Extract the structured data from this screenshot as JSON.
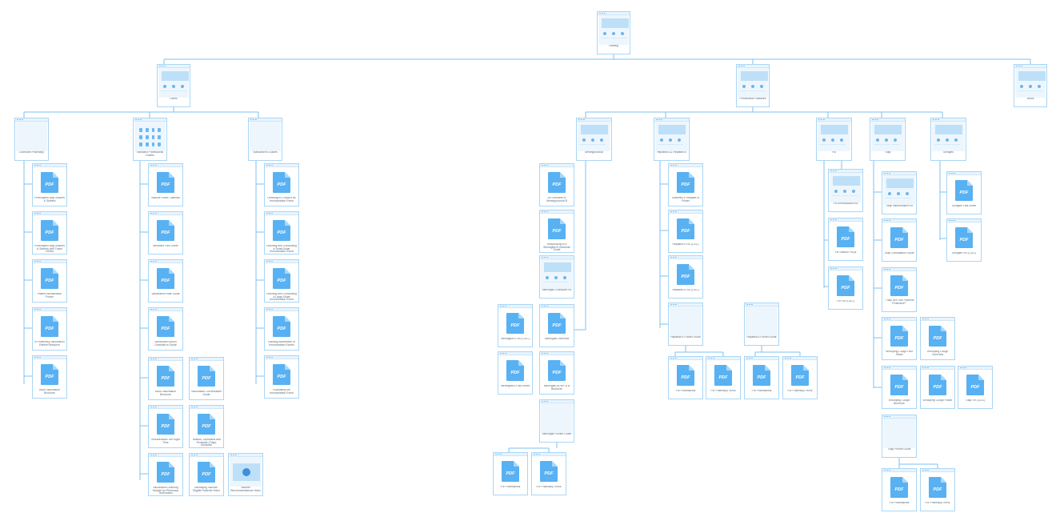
{
  "pdf_label": "PDF",
  "nodes": {
    "landing": "Landing",
    "latest": "Latest",
    "preventable_diseases": "Preventable Diseases",
    "about": "About",
    "pharmacy": "Dominant Pharmacy",
    "standard_professional": "Standard Professional Guides",
    "standard_guides": "Standard/PA Guides",
    "meningococcal": "Meningococcal",
    "hepatitis": "Hepatitis A & Hepatitis B",
    "flu": "Flu",
    "tdap": "Tdap",
    "shingles": "Shingles",
    "pharm_1": "Prescription Bag Stickers & Stuffers",
    "pharm_2": "Prescription Bag Stickers & Stuffers with Travel Clinics",
    "pharm_3": "Patient Identification Poster",
    "pharm_4": "In-Pharmacy Vaccination Patient Resource",
    "pharm_5": "Adult Vaccination Brochure",
    "prof_1": "Vaccine Event Calendar",
    "prof_2": "Medicare Fact Sheet",
    "prof_3": "Vaccination Rate Guide",
    "prof_4": "Vaccination Action Checklist to Guide",
    "prof_5": "Adult Vaccination Brochure",
    "prof_6": "Vaccination Conversation Guide",
    "prof_7": "Immunization: the Right Time",
    "prof_8": "Tetanus, Diphtheria and Pertussis (Tdap) Guidance",
    "prof_9": "Vaccination Learning Module for Pharmacy Technicians",
    "prof_10": "Identifying Vaccine-Eligible Patients Video",
    "prof_11": "Vaccine Recommendations Video",
    "guide_1": "Deciding to Conduct an Immunization Event",
    "guide_2": "Planning and Conducting a Small-Scale Immunization Event",
    "guide_3": "Planning and Conducting a Large-Scale Immunization Event",
    "guide_4": "Building Awareness of Immunization Events",
    "guide_5": "Evaluating the Immunization Event",
    "men_1": "An Overview of Meningococcal B",
    "men_2": "Responding to a Meningitis B Outbreak Guide",
    "men_3": "Meningitis Champion Kit",
    "men_4": "Meningitis B VIS (CDC)",
    "men_5": "Meningitis Overview",
    "men_6": "Meningitis B Fact Sheet",
    "men_7": "Meningitis ACWY & B Brochure",
    "men_pocket": "Meningitis Pocket Guide",
    "men_pharmacists": "For Pharmacists",
    "men_techs": "For Pharmacy Techs",
    "hep_1": "Diabetes & Hepatitis B Poster",
    "hep_2": "Hepatitis A VIS (CDC)",
    "hep_3": "Hepatitis B VIS (CDC)",
    "hep_b_pocket": "Hepatitis B Pocket Guide",
    "hep_a_pocket": "Hepatitis A Pocket Guide",
    "hep_b_pharmacists": "For Pharmacists",
    "hep_b_techs": "For Pharmacy Techs",
    "hep_a_pharmacists": "For Pharmacists",
    "hep_a_techs": "For Pharmacy Techs",
    "flu_1": "Flu Immunization Kit",
    "flu_2": "Flu Season FAQs",
    "flu_3": "Flu VIS (CDC)",
    "tdap_1": "Tdap Immunization Kit",
    "tdap_2": "Tdap Consultation Guide",
    "tdap_3": "\"Tdap: Are Your Patients Protected?\"",
    "tdap_4": "Whooping Cough Fact Sheet",
    "tdap_5": "Whooping Cough Overview",
    "tdap_6": "Whooping Cough Brochure",
    "tdap_7": "Whooping Cough Poster",
    "tdap_8": "Tdap VIS (CDC)",
    "tdap_pocket": "Tdap Pocket Guide",
    "tdap_pharmacists": "For Pharmacists",
    "tdap_techs": "For Pharmacy Techs",
    "shingles_1": "Shingles Fact Sheet",
    "shingles_2": "Shingles VIS (CDC)"
  }
}
